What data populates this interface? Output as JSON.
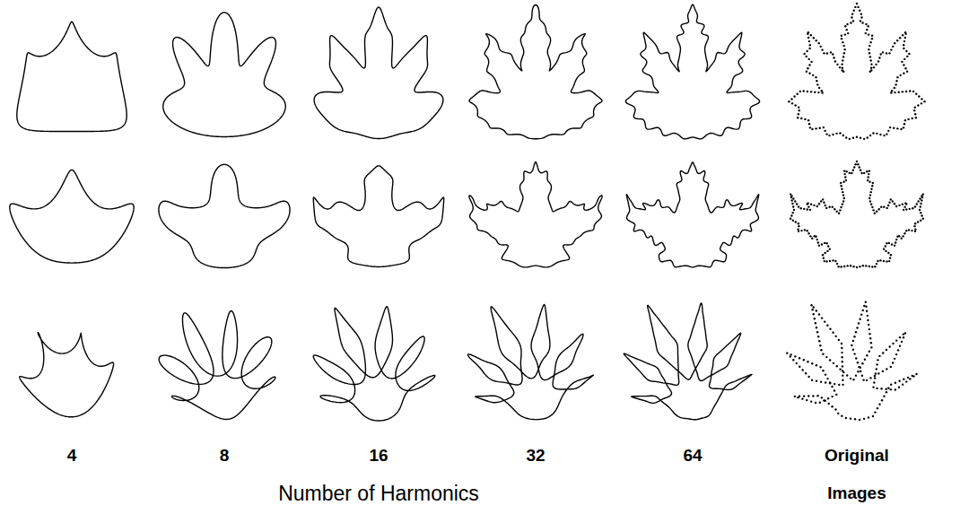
{
  "diagram": {
    "labels": [
      "4",
      "8",
      "16",
      "32",
      "64",
      "Original Images",
      "Number of Harmonics"
    ]
  }
}
